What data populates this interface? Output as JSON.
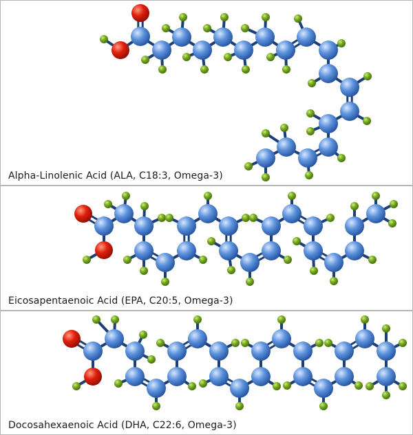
{
  "panels": [
    {
      "caption": "Alpha-Linolenic Acid (ALA, C18:3, Omega-3)"
    },
    {
      "caption": "Eicosapentaenoic Acid (EPA, C20:5, Omega-3)"
    },
    {
      "caption": "Docosahexaenoic Acid (DHA, C22:6, Omega-3)"
    }
  ],
  "colors": {
    "carbon": "#5e93dc",
    "oxygen": "#e0200c",
    "hydrogen": "#76a81e",
    "bond": "#1d3f78",
    "border": "#b5b5b5"
  }
}
